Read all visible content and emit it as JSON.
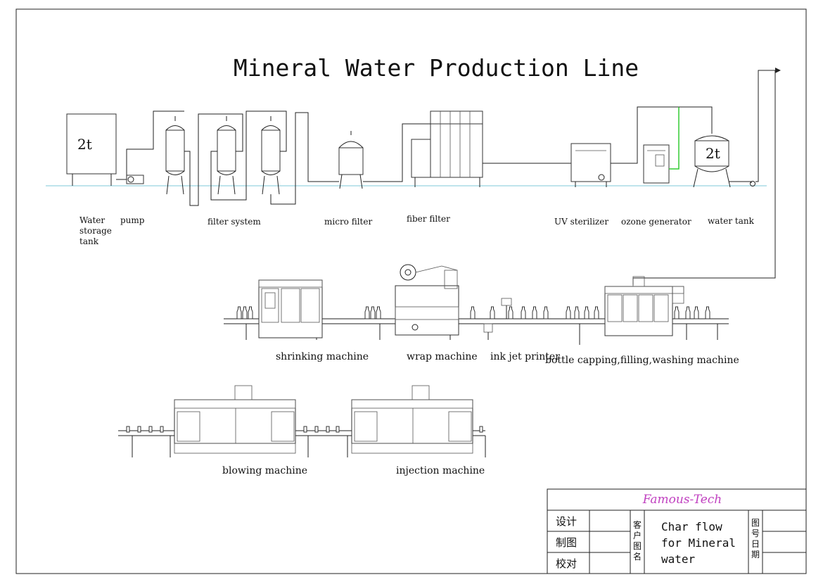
{
  "title": "Mineral Water Production Line",
  "tank_capacity": "2t",
  "water_tank_capacity": "2t",
  "stage1_labels": {
    "water_storage_tank": [
      "Water",
      "storage",
      "tank"
    ],
    "pump": "pump",
    "filter_system": "filter system",
    "micro_filter": "micro filter",
    "fiber_filter": "fiber filter",
    "uv_sterilizer": "UV sterilizer",
    "ozone_generator": "ozone generator",
    "water_tank": "water tank"
  },
  "stage2_labels": {
    "shrinking_machine": "shrinking machine",
    "wrap_machine": "wrap machine",
    "ink_jet_printer": "ink jet printer",
    "bottle_machine": "bottle capping,filling,washing machine"
  },
  "stage3_labels": {
    "blowing_machine": "blowing machine",
    "injection_machine": "injection machine"
  },
  "title_block": {
    "logo": "Famous-Tech",
    "row_design": "设计",
    "row_drawing": "制图",
    "row_check": "校对",
    "client_name": [
      "客",
      "户",
      "图",
      "名"
    ],
    "drawing_title": [
      "Char flow",
      "for Mineral",
      "water"
    ],
    "drawing_number_date": [
      "图",
      "号",
      "日",
      "期"
    ]
  },
  "colors": {
    "line": "#222222",
    "water_line": "#7fc8d8",
    "ozone_line": "#33cc33",
    "logo": "#c040c0"
  }
}
